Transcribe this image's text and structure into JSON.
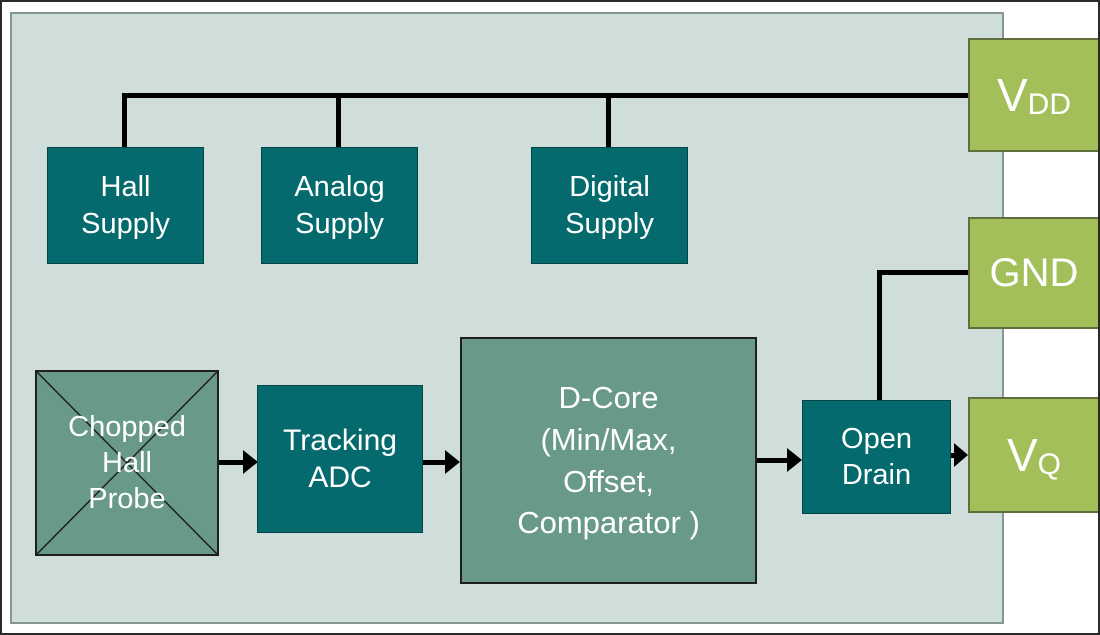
{
  "diagram": {
    "blocks": {
      "hall_supply": "Hall\nSupply",
      "analog_supply": "Analog\nSupply",
      "digital_supply": "Digital\nSupply",
      "chopped_hall_probe": "Chopped\nHall\nProbe",
      "tracking_adc": "Tracking\nADC",
      "d_core": "D-Core\n(Min/Max,\nOffset,\nComparator )",
      "open_drain": "Open\nDrain"
    },
    "pins": {
      "vdd": {
        "base": "V",
        "sub": "DD"
      },
      "gnd": {
        "label": "GND"
      },
      "vq": {
        "base": "V",
        "sub": "Q"
      }
    }
  },
  "colors": {
    "panel-bg": "#cfdeda",
    "panel-border": "#85988f",
    "dark-teal": "#046a6d",
    "medium-green": "#68998b",
    "pin-green": "#a3bf5a",
    "line-color": "#000000",
    "text-color": "#ffffff"
  }
}
